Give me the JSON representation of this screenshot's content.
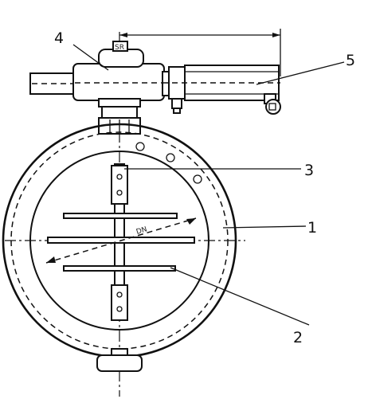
{
  "diagram": {
    "callouts": [
      {
        "id": "1",
        "text": "1"
      },
      {
        "id": "2",
        "text": "2"
      },
      {
        "id": "3",
        "text": "3"
      },
      {
        "id": "4",
        "text": "4"
      },
      {
        "id": "5",
        "text": "5"
      }
    ],
    "disc_marking": "DN",
    "ink_color": "#111111",
    "background_color": "#ffffff"
  }
}
